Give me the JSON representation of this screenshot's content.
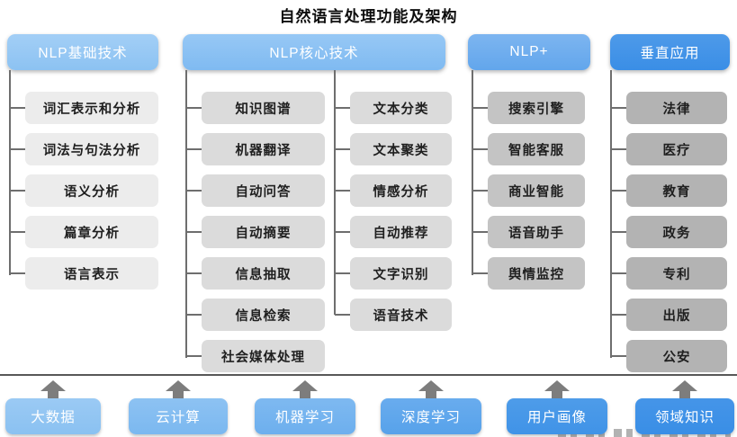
{
  "title": "自然语言处理功能及架构",
  "columns": [
    {
      "header": "NLP基础技术",
      "items": [
        "词汇表示和分析",
        "词法与句法分析",
        "语义分析",
        "篇章分析",
        "语言表示"
      ]
    },
    {
      "header": "NLP核心技术",
      "sub_columns": [
        [
          "知识图谱",
          "机器翻译",
          "自动问答",
          "自动摘要",
          "信息抽取",
          "信息检索",
          "社会媒体处理"
        ],
        [
          "文本分类",
          "文本聚类",
          "情感分析",
          "自动推荐",
          "文字识别",
          "语音技术"
        ]
      ]
    },
    {
      "header": "NLP+",
      "items": [
        "搜索引擎",
        "智能客服",
        "商业智能",
        "语音助手",
        "舆情监控"
      ]
    },
    {
      "header": "垂直应用",
      "items": [
        "法律",
        "医疗",
        "教育",
        "政务",
        "专利",
        "出版",
        "公安"
      ]
    }
  ],
  "foundation": {
    "items": [
      "大数据",
      "云计算",
      "机器学习",
      "深度学习",
      "用户画像",
      "领域知识"
    ]
  },
  "colors": {
    "header_fills": [
      "#8cc2f2",
      "#7fbaf1",
      "#62a6ec",
      "#3a8ee6"
    ],
    "item_fills": [
      "#ececec",
      "#dbdbdb",
      "#c4c4c4",
      "#b3b3b3"
    ],
    "foundation_fills": [
      "#8ac1f1",
      "#7bb8f0",
      "#6dafee",
      "#57a2ea",
      "#4093e7",
      "#398ee6"
    ],
    "connector": "#6e6e6e",
    "arrow": "#7d7d7d",
    "separator": "#585858"
  }
}
